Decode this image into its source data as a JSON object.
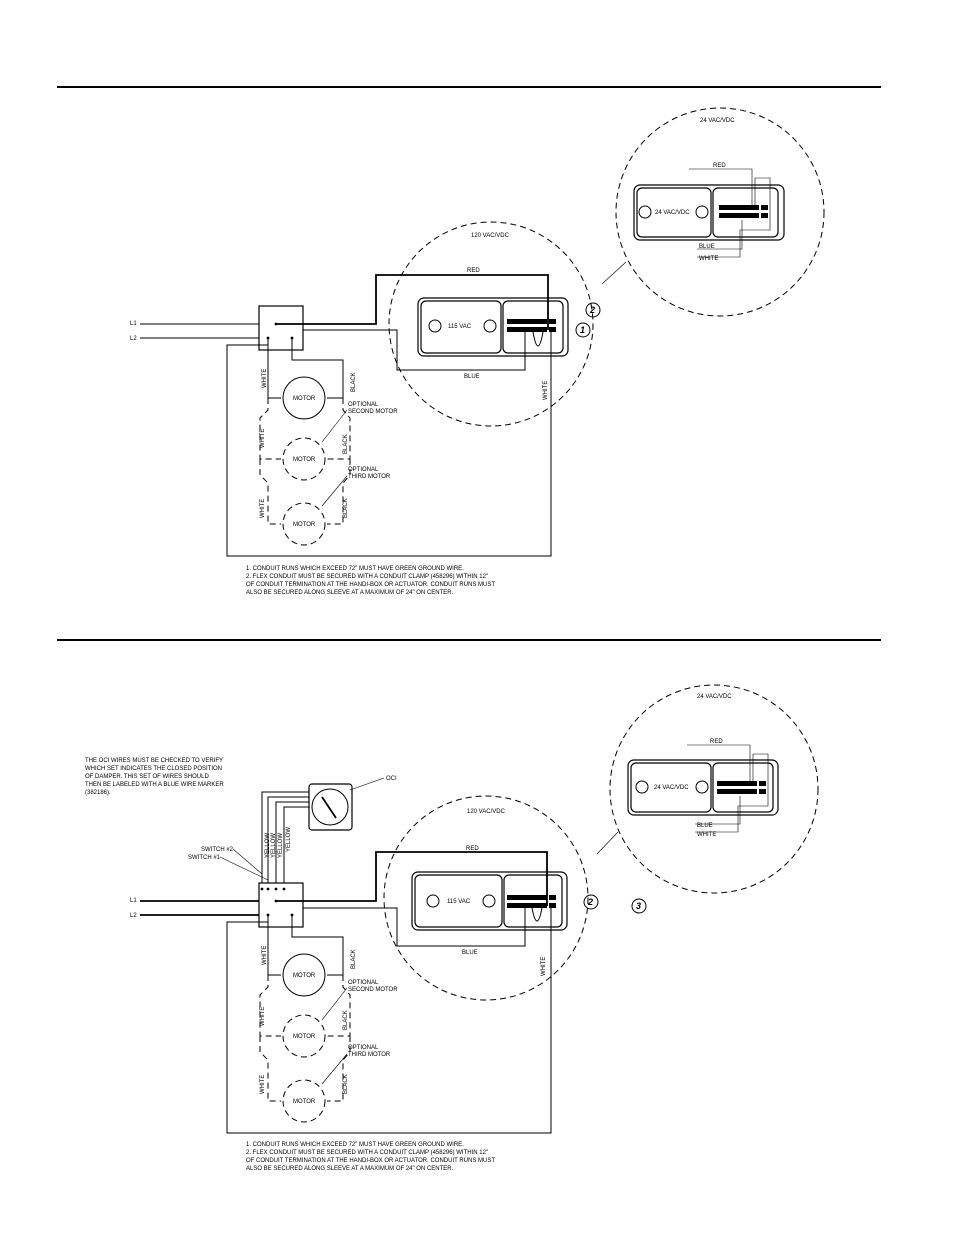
{
  "diagram1": {
    "circle_small_label": "24 VAC/VDC",
    "circle_large_label": "120 VAC/VDC",
    "small_red": "RED",
    "small_blue": "BLUE",
    "small_white": "WHITE",
    "small_panel_text": "24 VAC/VDC",
    "large_panel_text": "115 VAC",
    "large_red": "RED",
    "large_blue": "BLUE",
    "large_white": "WHITE",
    "l1": "L1",
    "l2": "L2",
    "motor1": "MOTOR",
    "motor2": "MOTOR",
    "motor3": "MOTOR",
    "white1": "WHITE",
    "white2": "WHITE",
    "white3": "WHITE",
    "black1": "BLACK",
    "black2": "BLACK",
    "black3": "BLACK",
    "opt2_a": "OPTIONAL",
    "opt2_b": "SECOND MOTOR",
    "opt3_a": "OPTIONAL",
    "opt3_b": "THIRD MOTOR",
    "callout1": "1",
    "callout2": "2",
    "note1": "1.  CONDUIT RUNS WHICH EXCEED 72\" MUST HAVE GREEN GROUND WIRE.",
    "note2": "2.  FLEX CONDUIT MUST BE SECURED WITH A CONDUIT CLAMP (458296) WITHIN 12\"",
    "note3": "OF CONDUIT TERMINATION AT THE HANDI-BOX OR ACTUATOR. CONDUIT RUNS MUST",
    "note4": "ALSO BE SECURED ALONG SLEEVE AT A MAXIMUM OF 24\" ON CENTER."
  },
  "diagram2": {
    "circle_small_label": "24 VAC/VDC",
    "circle_large_label": "120 VAC/VDC",
    "small_red": "RED",
    "small_blue": "BLUE",
    "small_white": "WHITE",
    "small_panel_text": "24 VAC/VDC",
    "large_panel_text": "115 VAC",
    "large_red": "RED",
    "large_blue": "BLUE",
    "large_white": "WHITE",
    "l1": "L1",
    "l2": "L2",
    "motor1": "MOTOR",
    "motor2": "MOTOR",
    "motor3": "MOTOR",
    "white1": "WHITE",
    "white2": "WHITE",
    "white3": "WHITE",
    "black1": "BLACK",
    "black2": "BLACK",
    "black3": "BLACK",
    "opt2_a": "OPTIONAL",
    "opt2_b": "SECOND MOTOR",
    "opt3_a": "OPTIONAL",
    "opt3_b": "THIRD MOTOR",
    "callout2": "2",
    "callout3": "3",
    "oci": "OCI",
    "switch2": "SWITCH #2",
    "switch1": "SWITCH #1",
    "yellow1": "YELLOW",
    "yellow2": "YELLOW",
    "yellow3": "YELLOW",
    "yellow4": "YELLOW",
    "oci_note1": "THE OCI WIRES MUST BE CHECKED TO VERIFY",
    "oci_note2": "WHICH SET INDICATES THE CLOSED POSITION",
    "oci_note3": "OF DAMPER. THIS SET OF WIRES SHOULD",
    "oci_note4": "THEN BE LABELED WITH A BLUE WIRE MARKER",
    "oci_note5": "(382186).",
    "note1": "1.  CONDUIT RUNS WHICH EXCEED 72\" MUST HAVE GREEN GROUND WIRE.",
    "note2": "2.  FLEX CONDUIT MUST BE SECURED WITH A CONDUIT CLAMP (458296) WITHIN 12\"",
    "note3": "OF CONDUIT TERMINATION AT THE HANDI-BOX OR ACTUATOR. CONDUIT RUNS MUST",
    "note4": "ALSO BE SECURED ALONG SLEEVE AT A MAXIMUM OF 24\" ON CENTER."
  }
}
